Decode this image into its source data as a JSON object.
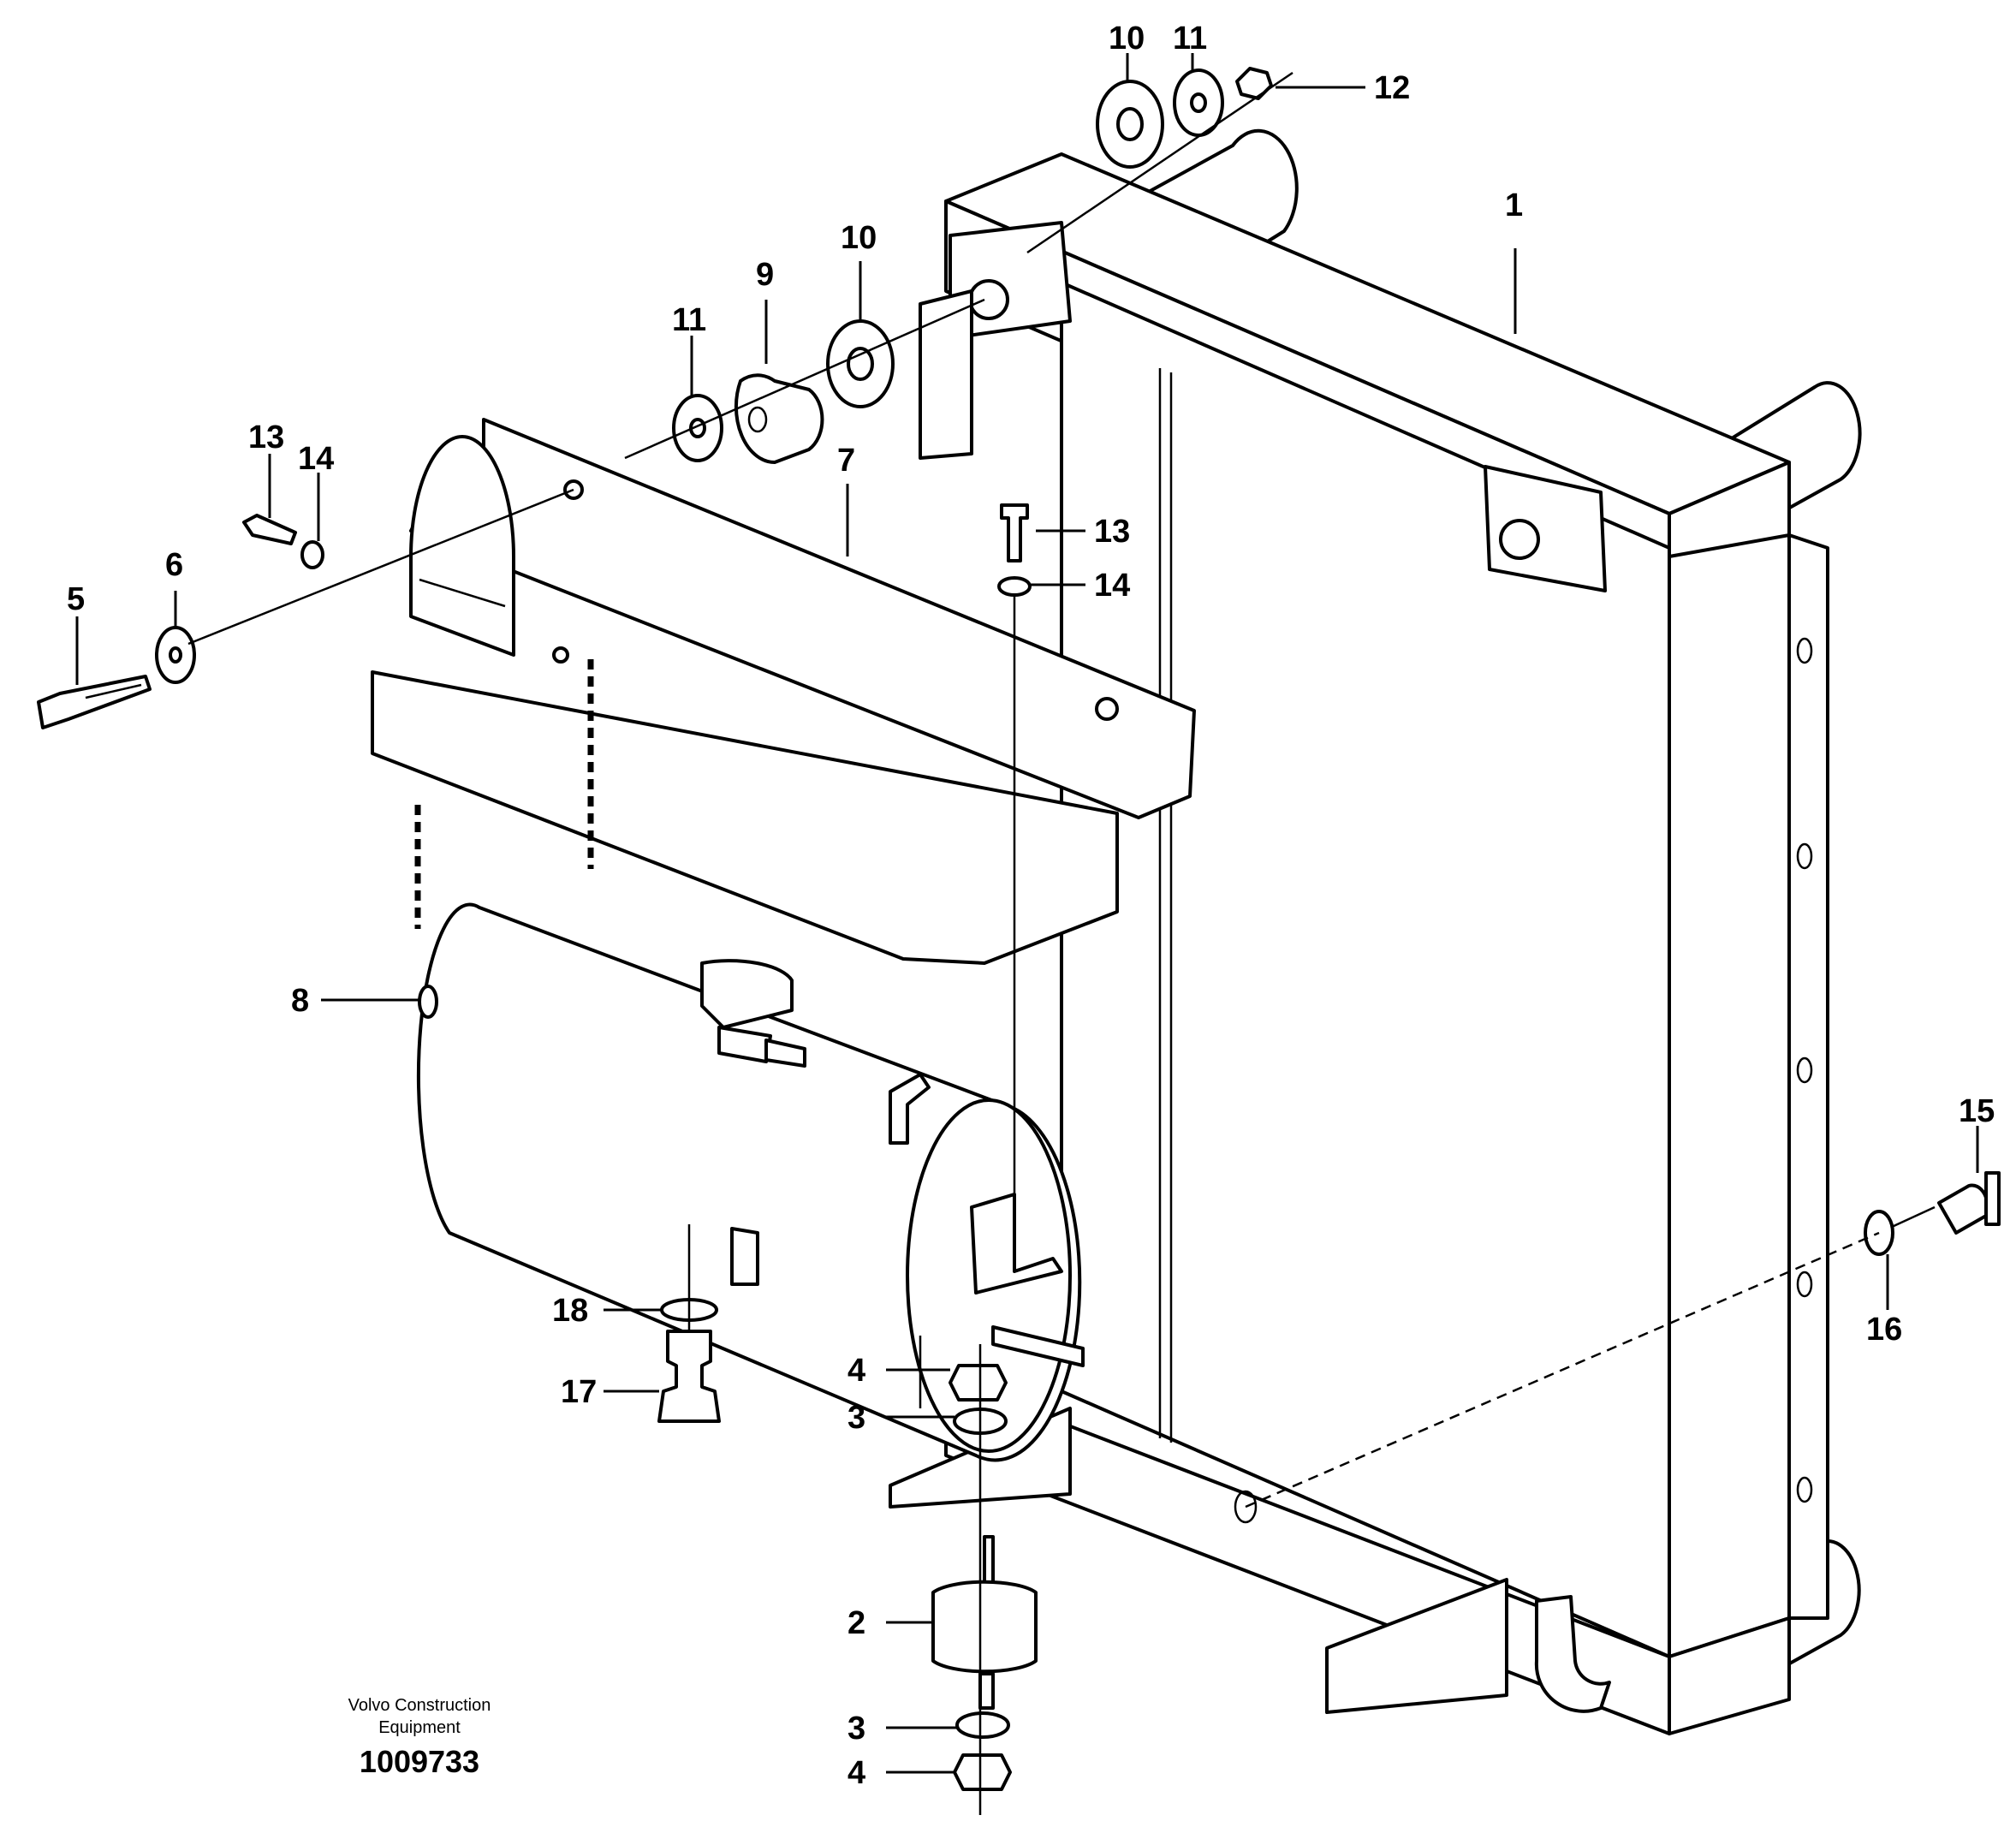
{
  "diagram": {
    "caption_line1": "Volvo Construction",
    "caption_line2": "Equipment",
    "document_number": "1009733",
    "callouts": [
      {
        "id": "c1",
        "text": "1"
      },
      {
        "id": "c2",
        "text": "2"
      },
      {
        "id": "c3a",
        "text": "3"
      },
      {
        "id": "c3b",
        "text": "3"
      },
      {
        "id": "c4a",
        "text": "4"
      },
      {
        "id": "c4b",
        "text": "4"
      },
      {
        "id": "c5",
        "text": "5"
      },
      {
        "id": "c6",
        "text": "6"
      },
      {
        "id": "c7",
        "text": "7"
      },
      {
        "id": "c8",
        "text": "8"
      },
      {
        "id": "c9",
        "text": "9"
      },
      {
        "id": "c10a",
        "text": "10"
      },
      {
        "id": "c10b",
        "text": "10"
      },
      {
        "id": "c11a",
        "text": "11"
      },
      {
        "id": "c11b",
        "text": "11"
      },
      {
        "id": "c12",
        "text": "12"
      },
      {
        "id": "c13a",
        "text": "13"
      },
      {
        "id": "c13b",
        "text": "13"
      },
      {
        "id": "c14a",
        "text": "14"
      },
      {
        "id": "c14b",
        "text": "14"
      },
      {
        "id": "c15",
        "text": "15"
      },
      {
        "id": "c16",
        "text": "16"
      },
      {
        "id": "c17",
        "text": "17"
      },
      {
        "id": "c18",
        "text": "18"
      }
    ]
  }
}
